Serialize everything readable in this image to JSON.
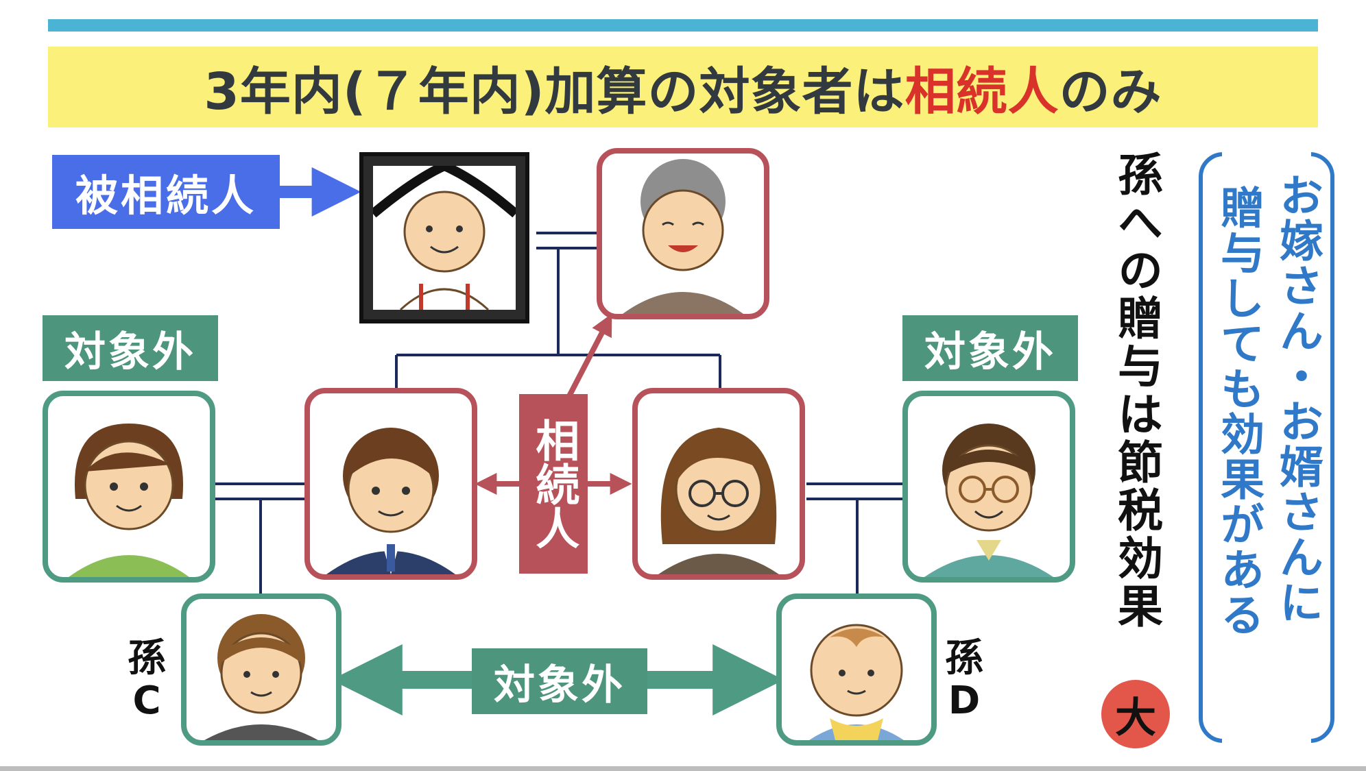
{
  "title": {
    "part1": "3年内(７年内)加算の対象者は",
    "highlight": "相続人",
    "part2": "のみ"
  },
  "labels": {
    "decedent": "被相続人",
    "excluded_left": "対象外",
    "excluded_right": "対象外",
    "excluded_bottom": "対象外",
    "heir": "相続人",
    "grandchild_c": "孫C",
    "grandchild_d": "孫D"
  },
  "side_note": {
    "main": "孫への贈与は節税効果",
    "badge": "大"
  },
  "bracket_note": {
    "line1": "お嫁さん・お婿さんに",
    "line2": "贈与しても効果がある"
  },
  "colors": {
    "heir_red": "#b8525a",
    "excluded_green": "#4f9a82",
    "decedent_blue": "#4a6ee8",
    "title_bg": "#fbf07a",
    "accent_blue": "#2f79c8",
    "title_highlight": "#d8322a"
  },
  "icons": [
    "decedent-portrait-icon",
    "grandmother-icon",
    "son-icon",
    "daughter-icon",
    "daughter-in-law-icon",
    "son-in-law-icon",
    "grandchild-c-icon",
    "grandchild-d-icon"
  ]
}
